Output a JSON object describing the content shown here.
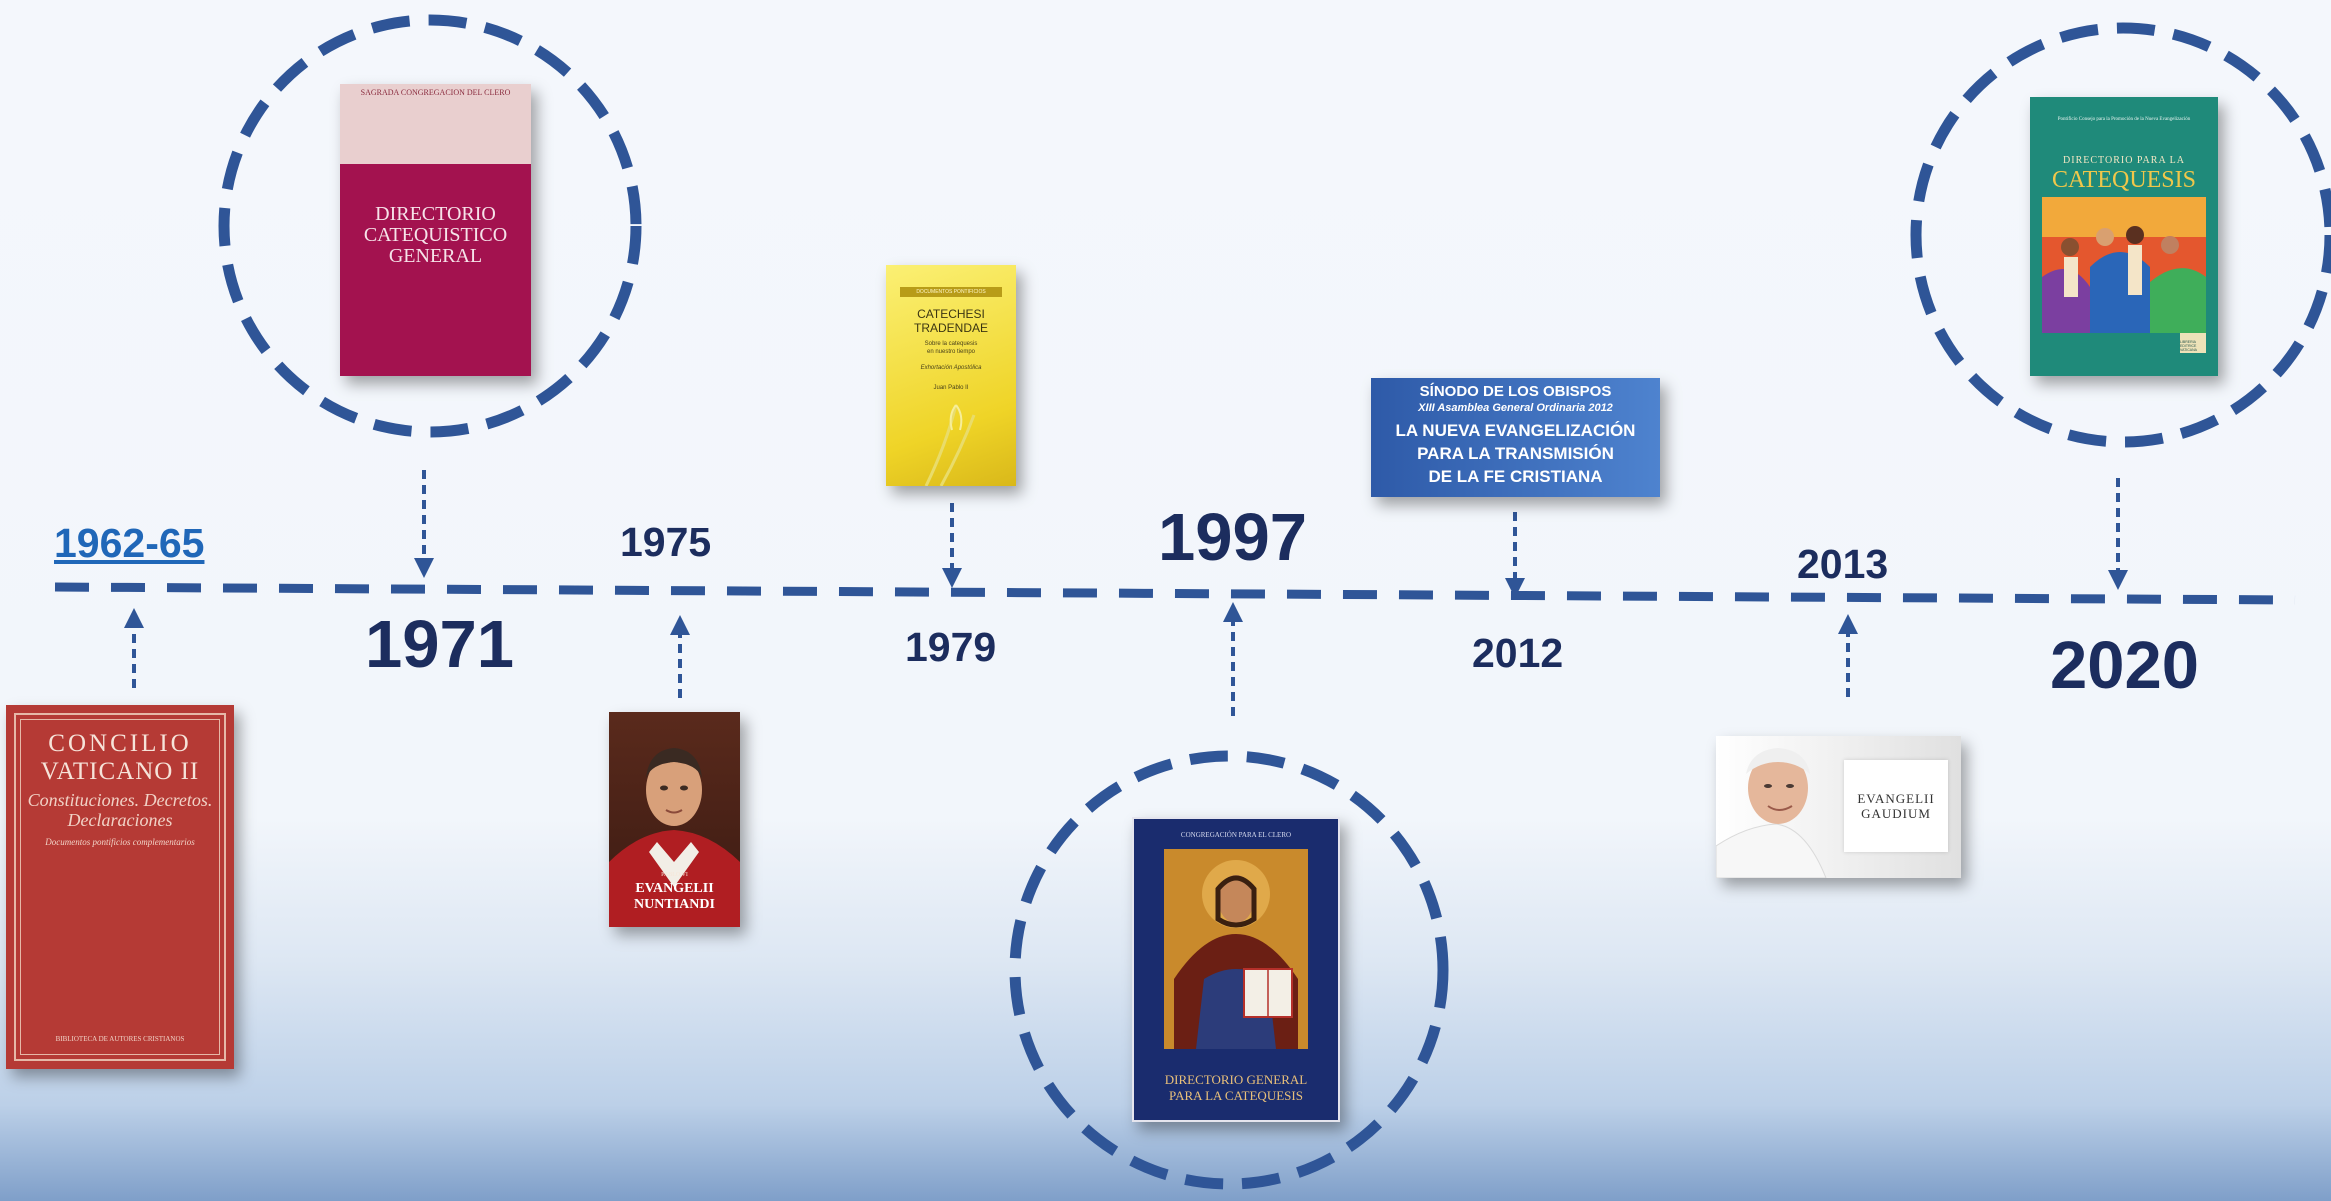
{
  "timeline": {
    "colors": {
      "line": "#2f5597",
      "year_text": "#1c2d5e",
      "link": "#2067b8"
    },
    "years": [
      {
        "id": "1962",
        "label": "1962-65",
        "is_link": true
      },
      {
        "id": "1971",
        "label": "1971"
      },
      {
        "id": "1975",
        "label": "1975"
      },
      {
        "id": "1979",
        "label": "1979"
      },
      {
        "id": "1997",
        "label": "1997"
      },
      {
        "id": "2012",
        "label": "2012"
      },
      {
        "id": "2013",
        "label": "2013"
      },
      {
        "id": "2020",
        "label": "2020"
      }
    ]
  },
  "covers": {
    "concilio": {
      "title_line1": "CONCILIO",
      "title_line2": "VATICANO II",
      "subtitle_line1": "Constituciones. Decretos.",
      "subtitle_line2": "Declaraciones",
      "note": "Documentos pontificios complementarios",
      "publisher": "BIBLIOTECA DE AUTORES CRISTIANOS"
    },
    "dcg1971": {
      "header": "SAGRADA CONGREGACION DEL CLERO",
      "title_line1": "DIRECTORIO",
      "title_line2": "CATEQUISTICO",
      "title_line3": "GENERAL"
    },
    "evangelii_nuntiandi": {
      "small": "PABLO VI",
      "title_line1": "EVANGELII",
      "title_line2": "NUNTIANDI"
    },
    "catechesi": {
      "header": "DOCUMENTOS PONTIFICIOS",
      "title_line1": "CATECHESI",
      "title_line2": "TRADENDAE",
      "subtitle_line1": "Sobre la catequesis",
      "subtitle_line2": "en nuestro tiempo",
      "doc_type": "Exhortación Apostólica",
      "author": "Juan Pablo II"
    },
    "dgc1997": {
      "header": "CONGREGACIÓN PARA EL CLERO",
      "title_line1": "DIRECTORIO GENERAL",
      "title_line2": "PARA LA CATEQUESIS"
    },
    "sinodo": {
      "line1": "SÍNODO DE LOS OBISPOS",
      "line2": "XIII Asamblea General Ordinaria 2012",
      "line3": "LA NUEVA EVANGELIZACIÓN",
      "line4": "PARA LA TRANSMISIÓN",
      "line5": "DE LA FE CRISTIANA"
    },
    "evangelii_gaudium": {
      "title_line1": "EVANGELII",
      "title_line2": "GAUDIUM"
    },
    "dc2020": {
      "header": "Pontificio Consejo para la Promoción de la Nueva Evangelización",
      "title_line1": "DIRECTORIO PARA LA",
      "title_line2": "CATEQUESIS",
      "publisher_line1": "LIBRERIA",
      "publisher_line2": "EDITRICE",
      "publisher_line3": "VATICANA"
    }
  }
}
